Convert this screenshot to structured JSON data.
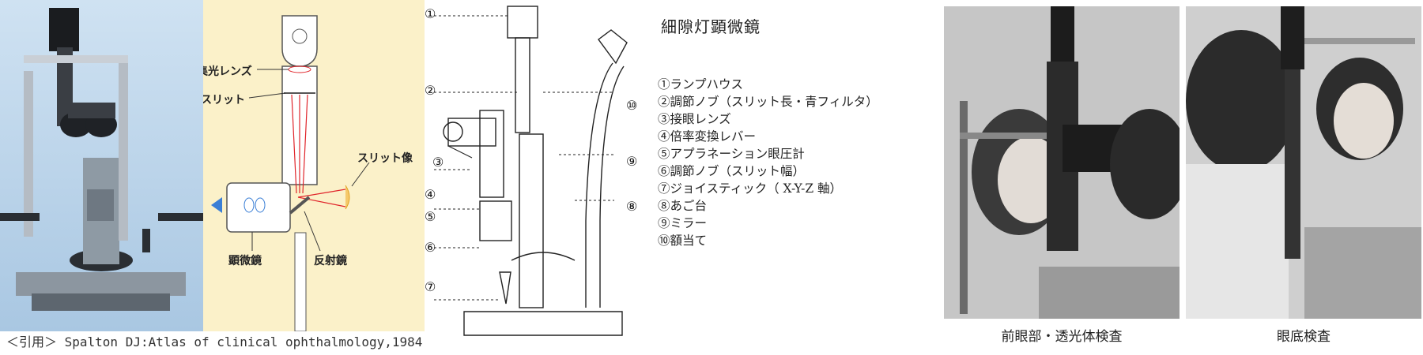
{
  "figure": {
    "citation": "＜引用＞ Spalton DJ:Atlas of clinical ophthalmology,1984",
    "schematic": {
      "condenser_lens": "集光レンズ",
      "slit": "スリット",
      "slit_image": "スリット像",
      "microscope": "顕微鏡",
      "mirror": "反射鏡"
    },
    "drawing_numbers": [
      "①",
      "②",
      "③",
      "④",
      "⑤",
      "⑥",
      "⑦",
      "⑧",
      "⑨",
      "⑩"
    ],
    "legend": {
      "title": "細隙灯顕微鏡",
      "items": [
        "①ランプハウス",
        "②調節ノブ（スリット長・青フィルタ）",
        "③接眼レンズ",
        "④倍率変換レバー",
        "⑤アプラネーション眼圧計",
        "⑥調節ノブ（スリット幅）",
        "⑦ジョイスティック（ X-Y-Z 軸）",
        "⑧あご台",
        "⑨ミラー",
        "⑩額当て"
      ]
    },
    "photos": {
      "anterior_caption": "前眼部・透光体検査",
      "fundus_caption": "眼底検査"
    },
    "colors": {
      "schematic_bg": "#fbf1c9",
      "light_path": "#e0242a",
      "microscope_blue": "#3b7fd6"
    }
  }
}
